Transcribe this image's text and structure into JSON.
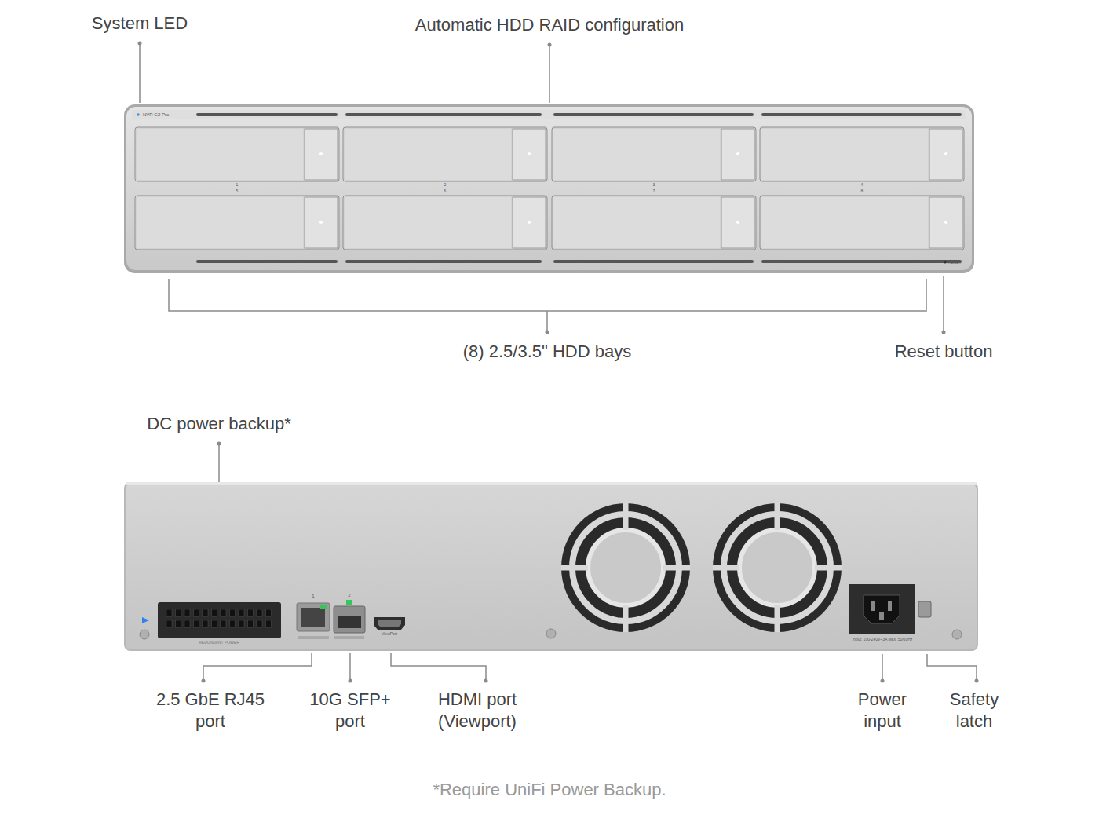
{
  "diagram": {
    "caption": "*Require UniFi Power Backup.",
    "labels": [
      "System LED",
      "Automatic HDD RAID configuration",
      "NVR G2 Pro",
      "1",
      "5",
      "2",
      "6",
      "3",
      "7",
      "4",
      "8",
      "RESET",
      "(8) 2.5/3.5\" HDD bays",
      "Reset button",
      "DC power backup*",
      "REDUNDANT POWER",
      "1",
      "2",
      "ViewPort",
      "Input: 100-240V~3A Max. 50/60Hz",
      "2.5 GbE RJ45 port",
      "10G SFP+ port",
      "HDMI port (Viewport)",
      "Power input",
      "Safety latch"
    ]
  }
}
